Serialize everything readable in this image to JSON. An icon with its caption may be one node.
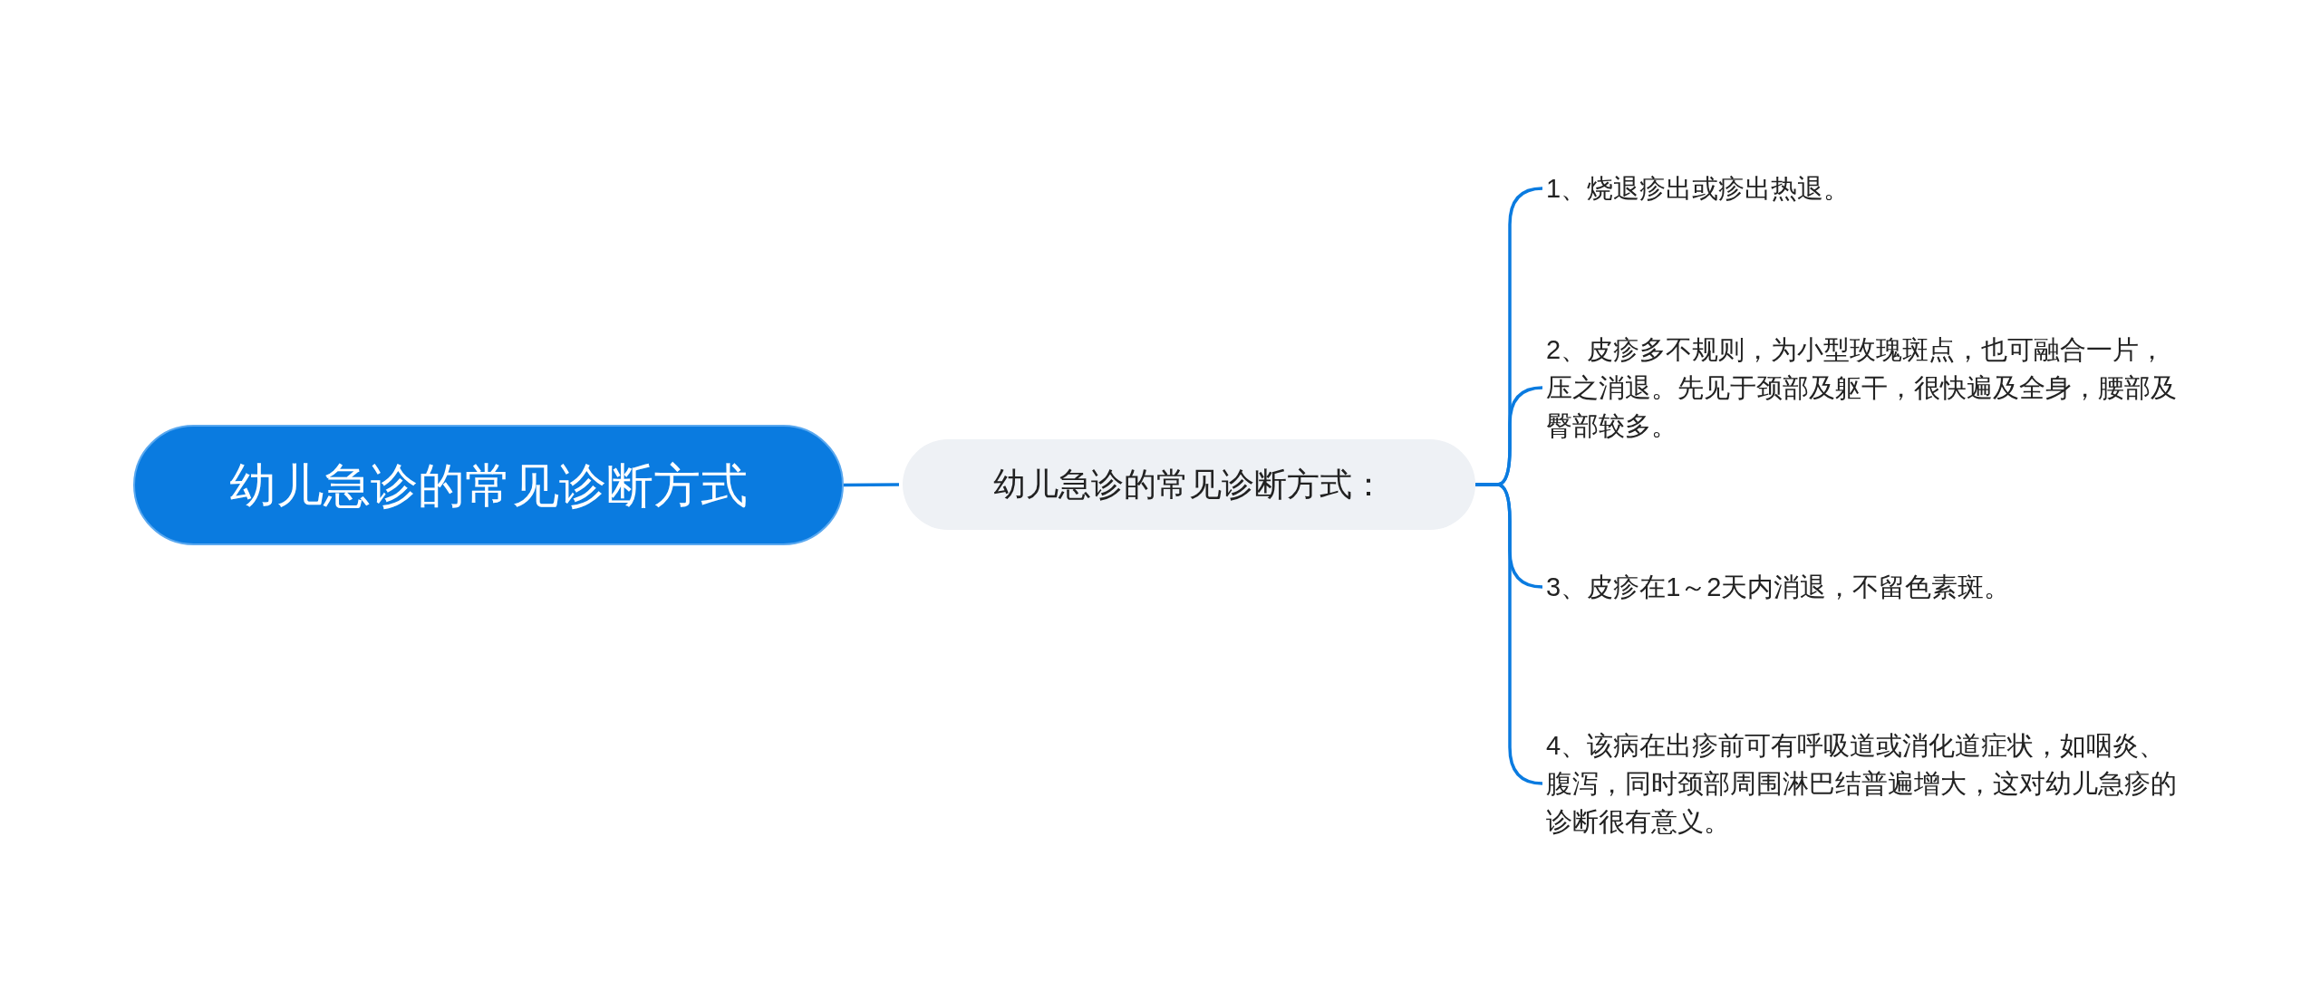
{
  "diagram": {
    "nodes": [
      {
        "text": [
          "幼儿急诊的常见诊断方式"
        ]
      },
      {
        "text": [
          "幼儿急诊的常见诊断方式："
        ]
      },
      {
        "text": [
          "1、烧退疹出或疹出热退。"
        ]
      },
      {
        "text": [
          "2、皮疹多不规则，为小型玫瑰斑点，也可融合一片，压之消退。先见于颈部及躯干，很快遍及全身，腰部及臀部较多。"
        ]
      },
      {
        "text": [
          "3、皮疹在1～2天内消退，不留色素斑。"
        ]
      },
      {
        "text": [
          "4、该病在出疹前可有呼吸道或消化道症状，如咽炎、腹泻，同时颈部周围淋巴结普遍增大，这对幼儿急疹的诊断很有意义。"
        ]
      }
    ],
    "edges": [
      {
        "from": 0,
        "to": 1,
        "arrow": "none"
      },
      {
        "from": 1,
        "to": 2,
        "arrow": "none"
      },
      {
        "from": 1,
        "to": 3,
        "arrow": "none"
      },
      {
        "from": 1,
        "to": 4,
        "arrow": "none"
      },
      {
        "from": 1,
        "to": 5,
        "arrow": "none"
      }
    ]
  }
}
